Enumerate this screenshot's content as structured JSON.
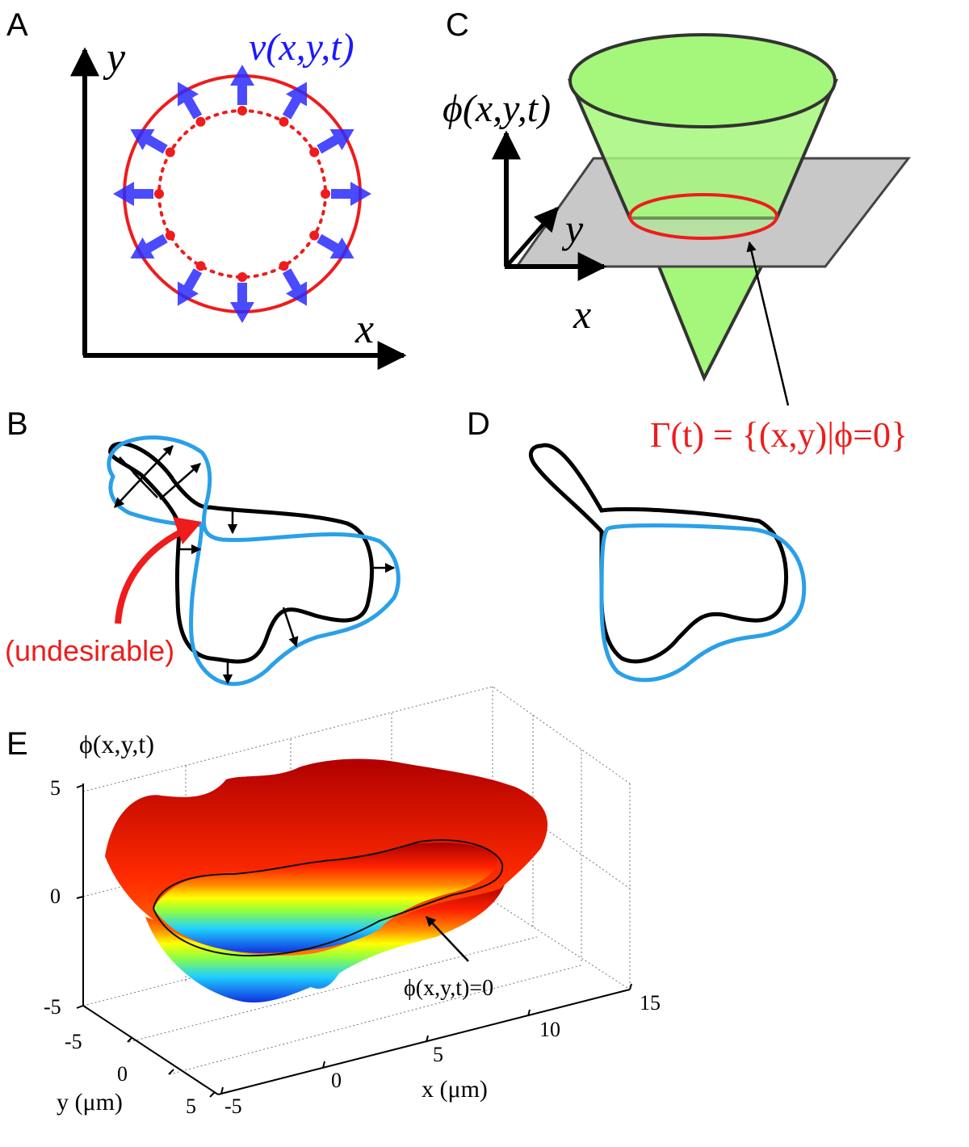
{
  "panels": {
    "A": {
      "label": "A",
      "axis_y": "y",
      "axis_x": "x",
      "velocity_label": "v(x,y,t)",
      "colors": {
        "circle": "#ee1c1c",
        "arrow": "#1a1aff"
      }
    },
    "B": {
      "label": "B",
      "note": "(undesirable)",
      "colors": {
        "old": "#000000",
        "new": "#2aa0e8",
        "note": "#ee1c1c"
      }
    },
    "C": {
      "label": "C",
      "axis_z": "ϕ(x,y,t)",
      "axis_y": "y",
      "axis_x": "x",
      "gamma": "Γ(t) = {(x,y)|ϕ=0}",
      "colors": {
        "cone": "#a4f77a",
        "plane": "#c8c8c8",
        "contour": "#ee1c1c"
      }
    },
    "D": {
      "label": "D"
    },
    "E": {
      "label": "E",
      "z_title": "ϕ(x,y,t)",
      "z_ticks": [
        "5",
        "0",
        "-5"
      ],
      "y_ticks": [
        "-5",
        "0",
        "5"
      ],
      "x_ticks": [
        "-5",
        "0",
        "5",
        "10",
        "15"
      ],
      "x_label": "x (μm)",
      "y_label": "y (μm)",
      "contour_label": "ϕ(x,y,t)=0",
      "colormap": [
        "#1040e0",
        "#20c0ff",
        "#90ff40",
        "#ffff00",
        "#ff8800",
        "#ee1100",
        "#bb0000"
      ]
    }
  }
}
